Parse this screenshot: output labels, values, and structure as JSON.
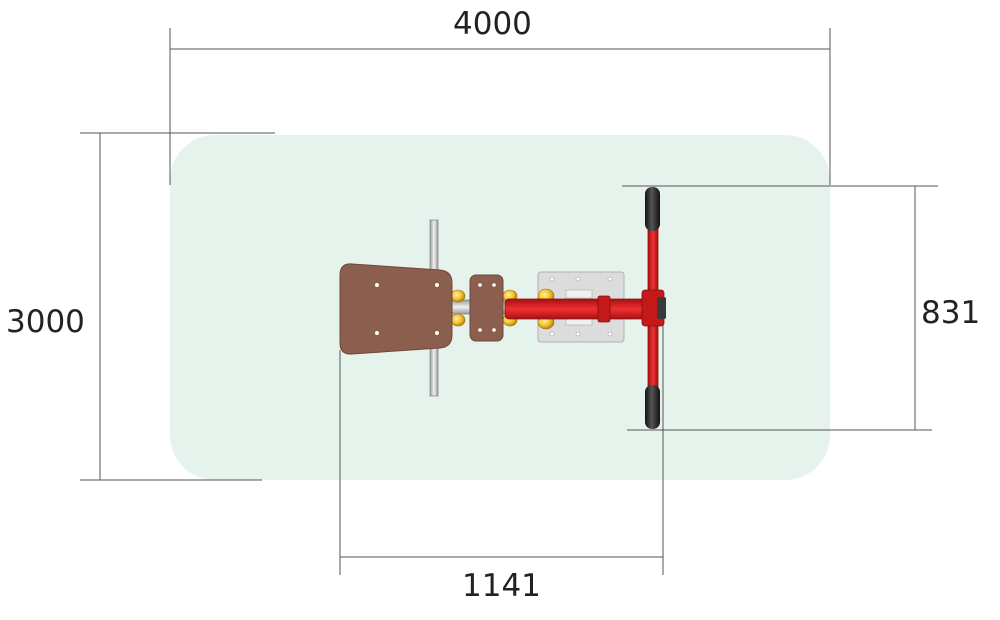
{
  "dimensions": {
    "overall_width": "4000",
    "overall_depth": "3000",
    "handlebar_span": "831",
    "seat_to_handle": "1141"
  },
  "colors": {
    "safety_zone": "#e6f3ec",
    "dimension_line": "#555555",
    "seat": "#8c5e4e",
    "seat_edge": "#6f473a",
    "frame_red": "#d91f1f",
    "frame_dark_red": "#a31212",
    "grip": "#2b2b2b",
    "steel": "#c9c9c9",
    "plate": "#dcdcdc",
    "bearing": "#f2c12e"
  }
}
